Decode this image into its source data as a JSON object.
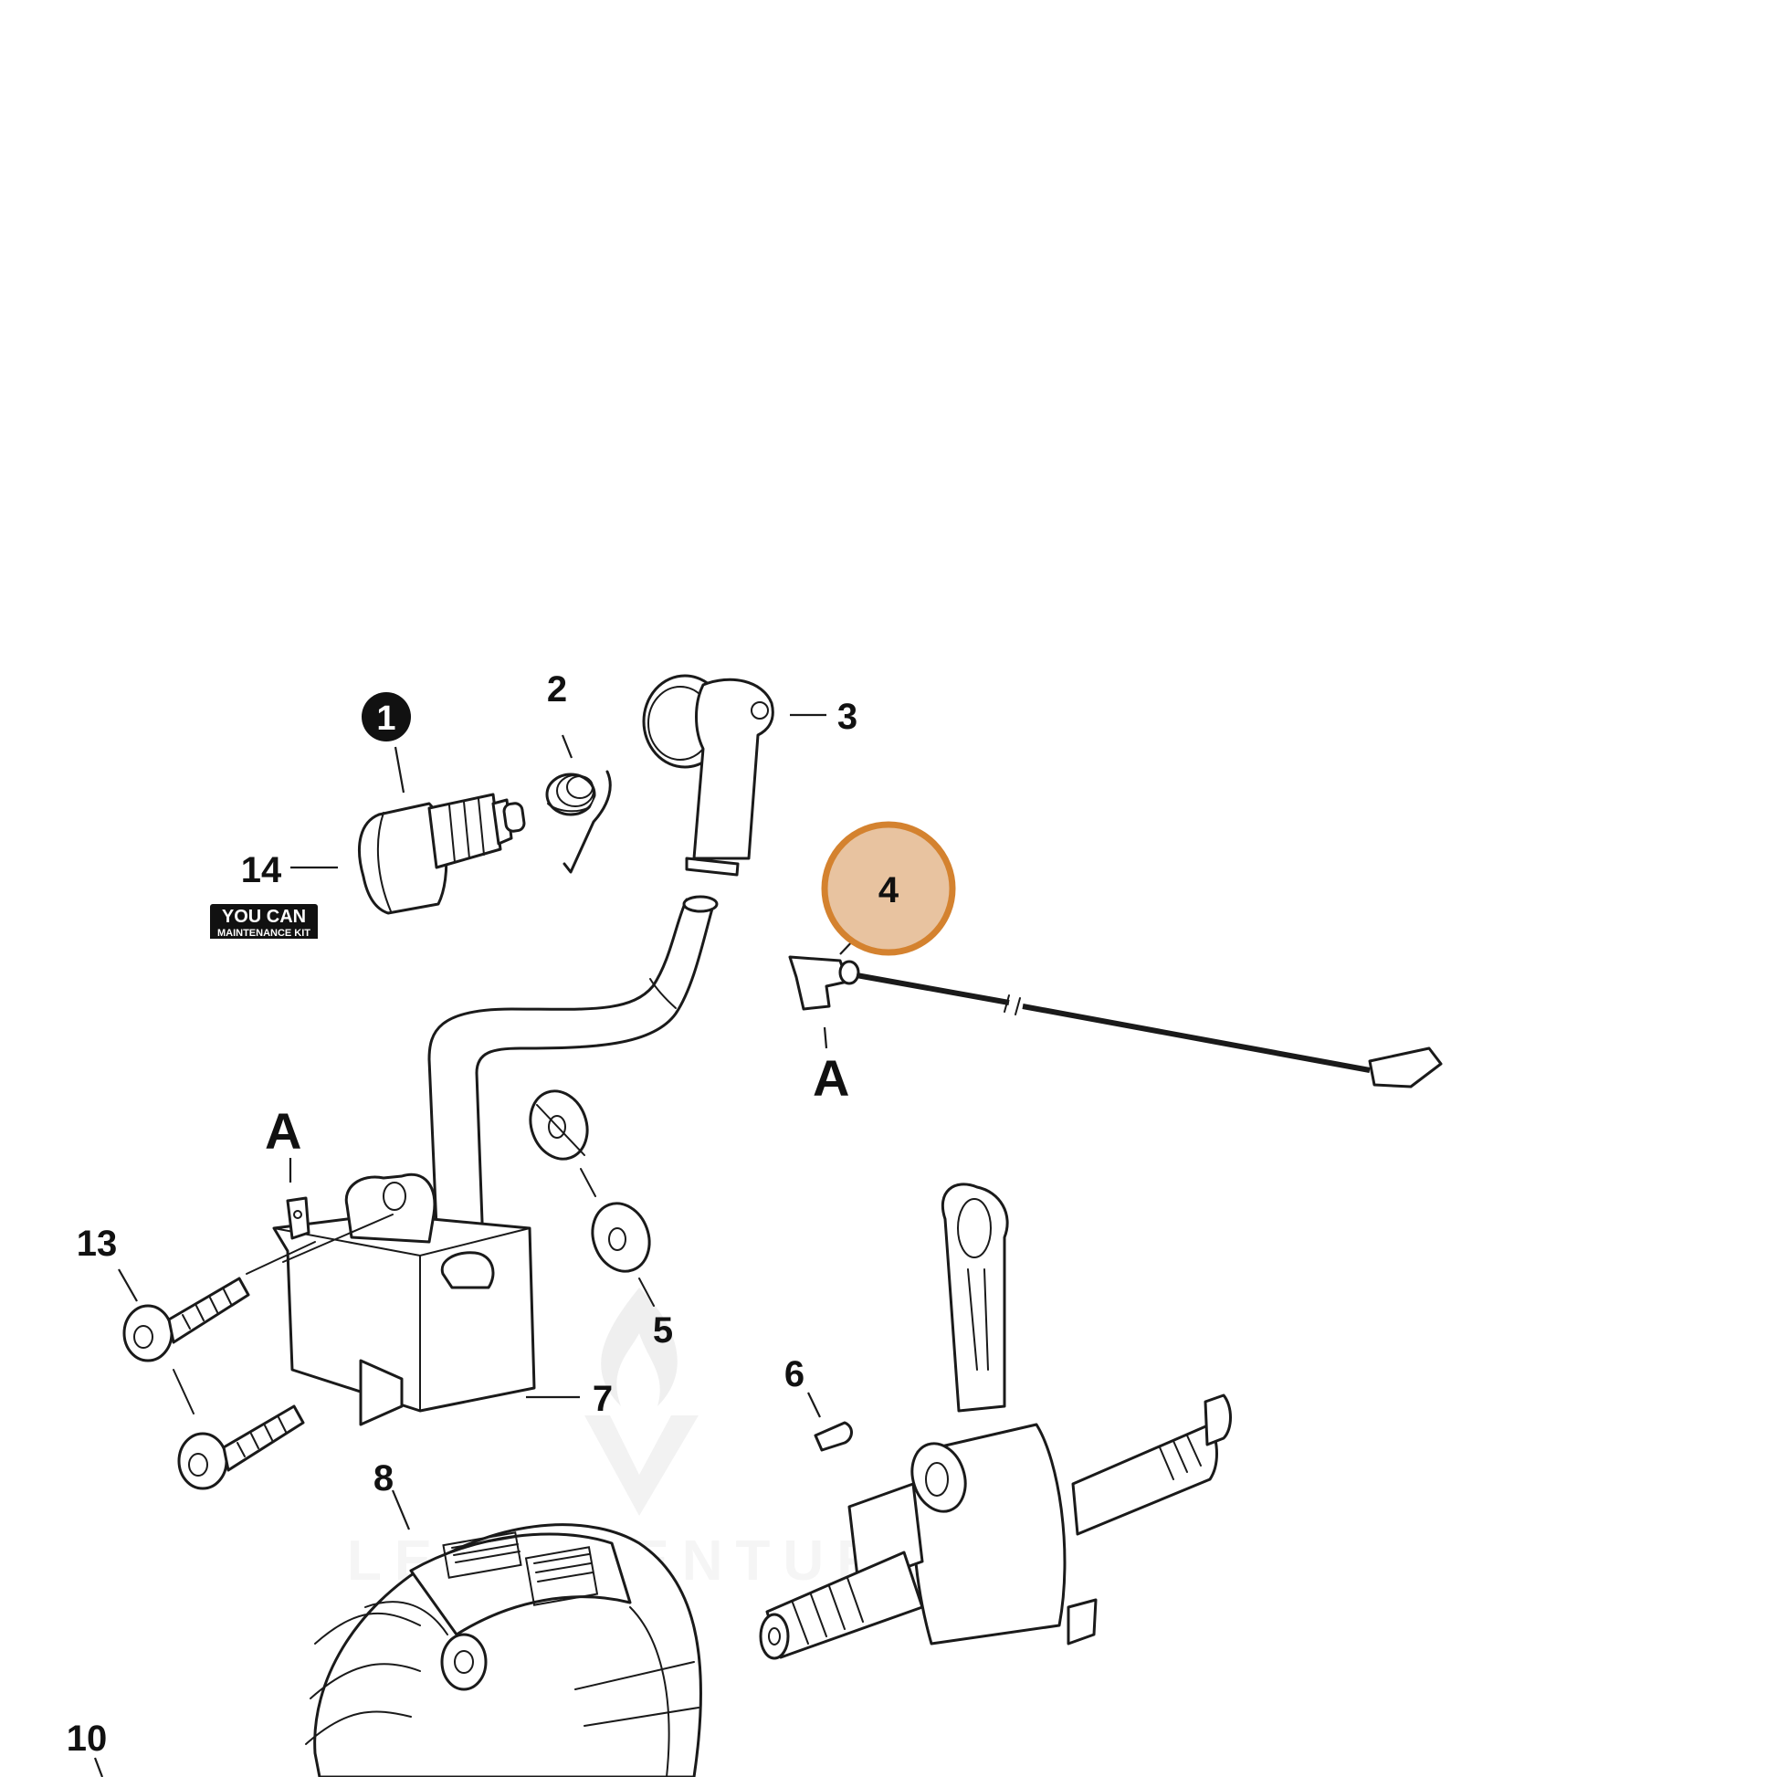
{
  "callouts": {
    "c1": "1",
    "c2": "2",
    "c3": "3",
    "c4": "4",
    "c5": "5",
    "c6": "6",
    "c7": "7",
    "c8": "8",
    "c10": "10",
    "c13": "13",
    "c14": "14"
  },
  "connector_labels": {
    "a_coil": "A",
    "a_wire": "A"
  },
  "badge": {
    "line1": "YOU CAN",
    "line2": "MAINTENANCE KIT"
  },
  "watermark": {
    "text": "LEAN VENTURE"
  },
  "colors": {
    "highlight_fill": "#e8c3a0",
    "highlight_stroke": "#d4822f",
    "line": "#1a1a1a",
    "watermark": "#d9d9d9"
  }
}
